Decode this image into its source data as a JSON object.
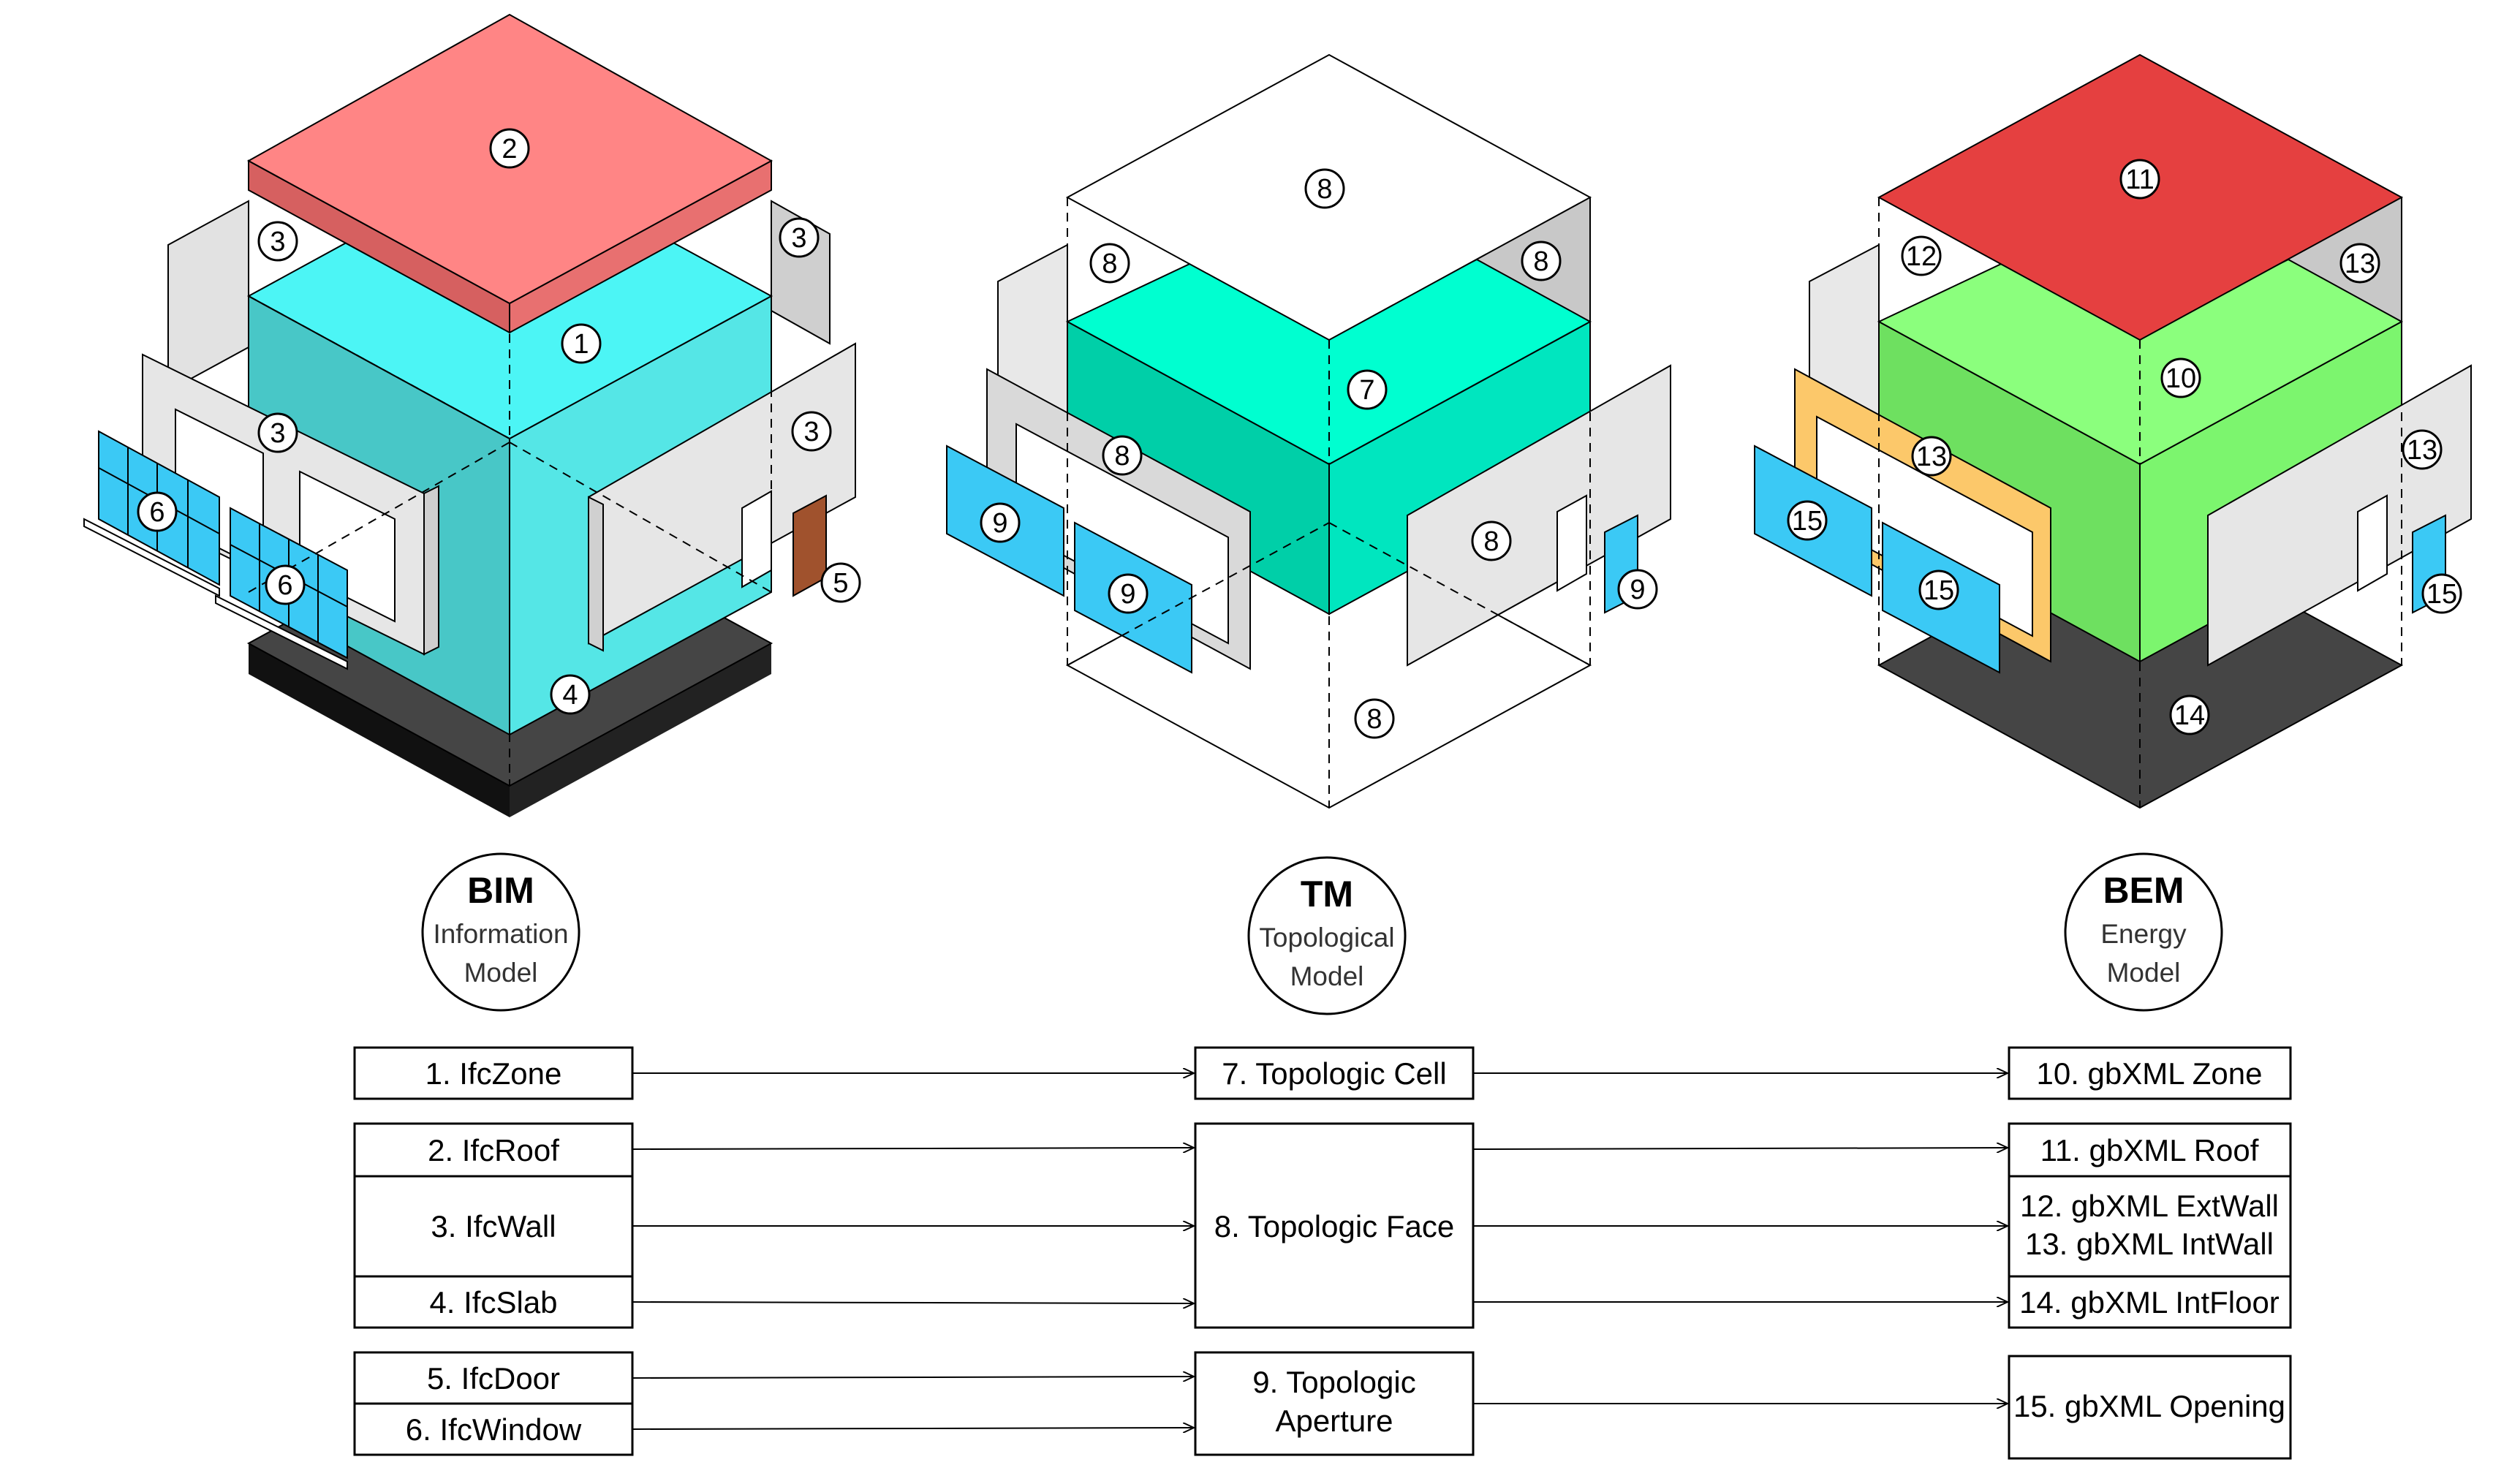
{
  "models": [
    {
      "id": "bim",
      "title": "BIM",
      "sub1": "Information",
      "sub2": "Model"
    },
    {
      "id": "tm",
      "title": "TM",
      "sub1": "Topological",
      "sub2": "Model"
    },
    {
      "id": "bem",
      "title": "BEM",
      "sub1": "Energy",
      "sub2": "Model"
    }
  ],
  "markers": {
    "bim": [
      "1",
      "2",
      "3",
      "3",
      "3",
      "3",
      "4",
      "5",
      "6",
      "6"
    ],
    "tm": [
      "7",
      "8",
      "8",
      "8",
      "8",
      "8",
      "8",
      "9",
      "9",
      "9"
    ],
    "bem": [
      "10",
      "11",
      "12",
      "13",
      "13",
      "13",
      "14",
      "15",
      "15",
      "15"
    ]
  },
  "mapping": {
    "ifc": [
      "1. IfcZone",
      "2. IfcRoof",
      "3. IfcWall",
      "4. IfcSlab",
      "5. IfcDoor",
      "6. IfcWindow"
    ],
    "topologic": [
      "7. Topologic Cell",
      "8. Topologic Face",
      "9. Topologic",
      "Aperture"
    ],
    "gbxml": [
      "10. gbXML Zone",
      "11. gbXML Roof",
      "12. gbXML ExtWall",
      "13. gbXML IntWall",
      "14. gbXML IntFloor",
      "15. gbXML Opening"
    ]
  },
  "colors": {
    "ifc_zone": "#4cf5f5",
    "ifc_roof": "#ff8585",
    "slab": "#454545",
    "wall": "#e6e6e6",
    "window": "#3bc9f5",
    "door": "#a0522d",
    "topo_cell": "#00e6bf",
    "gb_zone": "#7cf56e",
    "gb_roof": "#e54040",
    "gb_extwall": "#fcc86a"
  }
}
